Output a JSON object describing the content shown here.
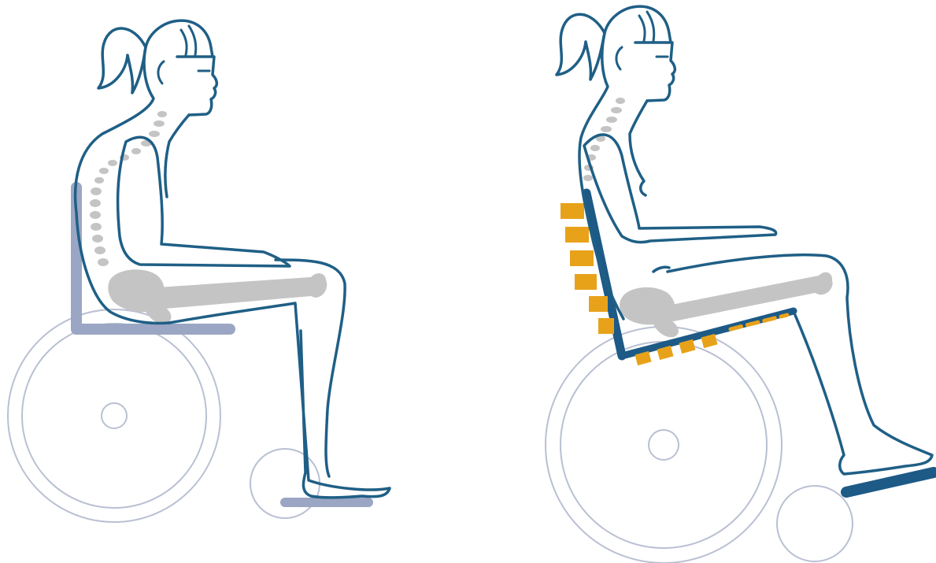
{
  "colors": {
    "figure_outline": "#1f5f86",
    "standard_chair": "#9ba6c4",
    "wheel": "#b9c0d3",
    "bone": "#c4c4c4",
    "adaptive_chair": "#1d5a86",
    "support_pad": "#e8a21a",
    "background": "#ffffff"
  },
  "panels": [
    {
      "id": "standard",
      "chair_style": "plain",
      "posture": "slouched"
    },
    {
      "id": "adaptive",
      "chair_style": "contoured-with-support-pads",
      "posture": "upright"
    }
  ],
  "icons": [
    "wheelchair-standard",
    "wheelchair-adaptive",
    "spine",
    "pelvis",
    "femur"
  ]
}
